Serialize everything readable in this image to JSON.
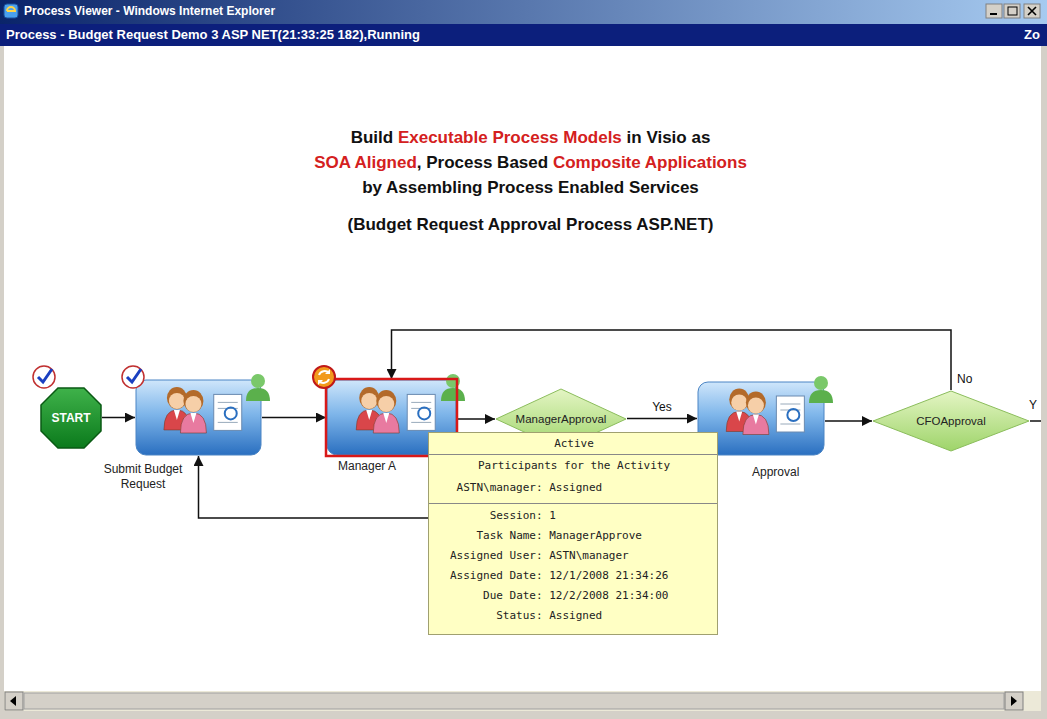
{
  "diagram": {
    "title": "Process - Budget Request Demo 3 ASP NET(21:33:25 182),Running",
    "nodes": [
      {
        "text": [
          "START"
        ]
      },
      {
        "text": [
          "Submit Budget Request"
        ]
      },
      {
        "text": [
          "Manager A"
        ]
      },
      {
        "text": [
          "ManagerApproval"
        ]
      },
      {
        "text": [
          "Approval"
        ]
      },
      {
        "text": [
          "CFOApproval"
        ]
      },
      {
        "text": [
          "Active",
          "Participants for the Activity",
          "ASTN\\manager: Assigned",
          "Session: 1",
          "Task Name: ManagerApprove",
          "Assigned User: ASTN\\manager",
          "Assigned Date: 12/1/2008 21:34:26",
          "Due Date: 12/2/2008 21:34:00",
          "Status: Assigned"
        ]
      }
    ],
    "edges": [
      {
        "from": 0,
        "to": 1,
        "arrow": "to"
      },
      {
        "from": 1,
        "to": 2,
        "arrow": "to"
      },
      {
        "from": 2,
        "to": 3,
        "arrow": "to"
      },
      {
        "from": 3,
        "to": 4,
        "label": "Yes",
        "arrow": "to"
      },
      {
        "from": 4,
        "to": 5,
        "arrow": "to"
      },
      {
        "from": 5,
        "to": 2,
        "label": "No",
        "arrow": "to"
      },
      {
        "from": 3,
        "to": 1,
        "arrow": "to"
      }
    ],
    "labels": [
      "Process Viewer - Windows Internet Explorer",
      "Zo",
      "Build",
      "Executable Process Models",
      "in Visio as",
      "SOA Aligned",
      ", Process Based",
      "Composite Applications",
      "by Assembling Process Enabled Services",
      "(Budget Request Approval Process ASP.NET)",
      "Y"
    ]
  }
}
